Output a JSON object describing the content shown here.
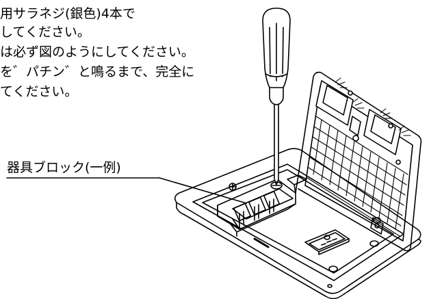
{
  "instructions": [
    "用サラネジ(銀色)4本で",
    "してください。",
    "は必ず図のようにしてください。",
    "を゛パチン゛と鳴るまで、完全に",
    "てください。"
  ],
  "callout_label": "器具ブロック(一例)",
  "colors": {
    "ink": "#000000",
    "paper": "#ffffff"
  }
}
